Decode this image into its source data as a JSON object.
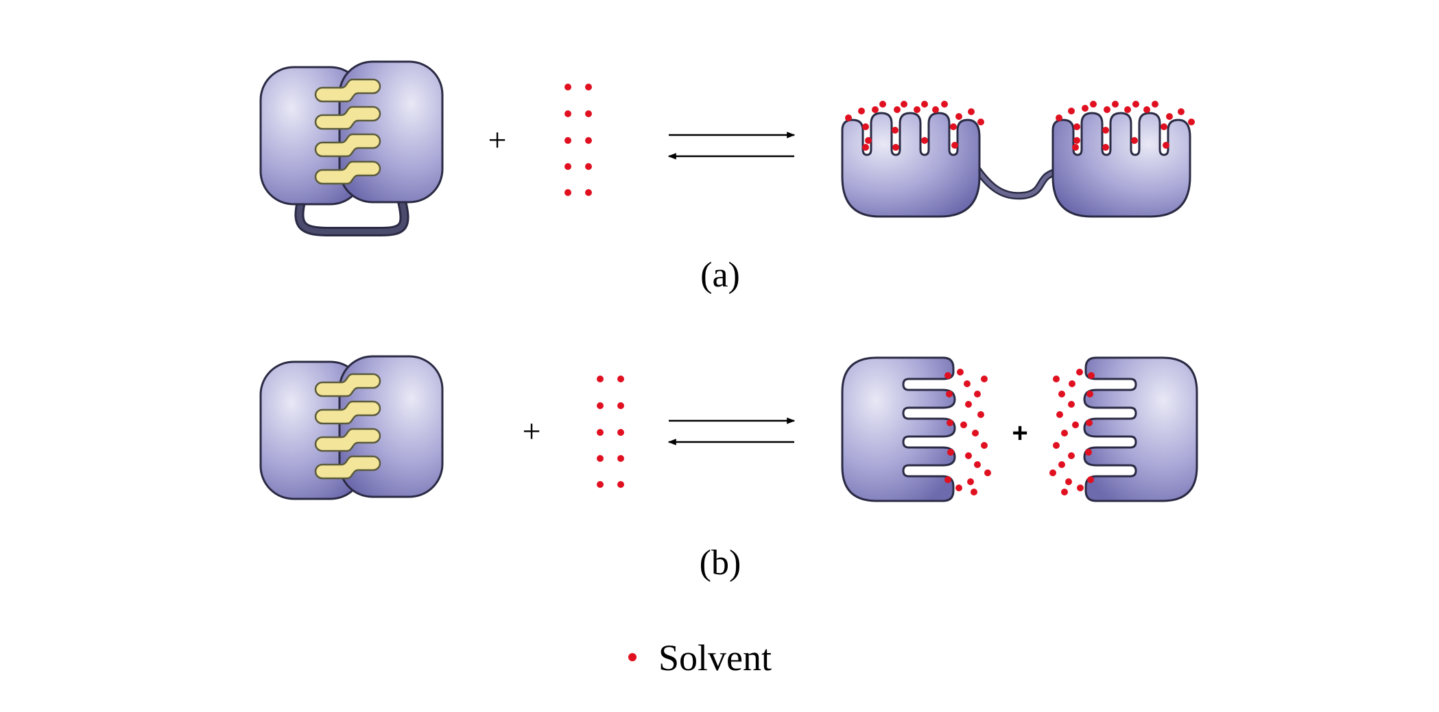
{
  "panels": [
    {
      "id": "a",
      "caption": "(a)",
      "reactant_op": "+",
      "product_op": ""
    },
    {
      "id": "b",
      "caption": "(b)",
      "reactant_op": "+",
      "product_op": "+"
    }
  ],
  "legend": {
    "label": "Solvent"
  },
  "colors": {
    "protein_fill_light": "#e2e2f4",
    "protein_fill_dark": "#6d6aad",
    "protein_outline": "#2a2a44",
    "tether": "#4b4b6e",
    "finger_fill": "#f3e59a",
    "finger_outline": "#5a5a3a",
    "solvent": "#e01020",
    "arrow": "#000000"
  },
  "icons": {
    "protein_complex": "folded-protein-icon",
    "solvent_dot": "solvent-dot-icon",
    "equilibrium_arrow": "equilibrium-arrow-icon"
  }
}
